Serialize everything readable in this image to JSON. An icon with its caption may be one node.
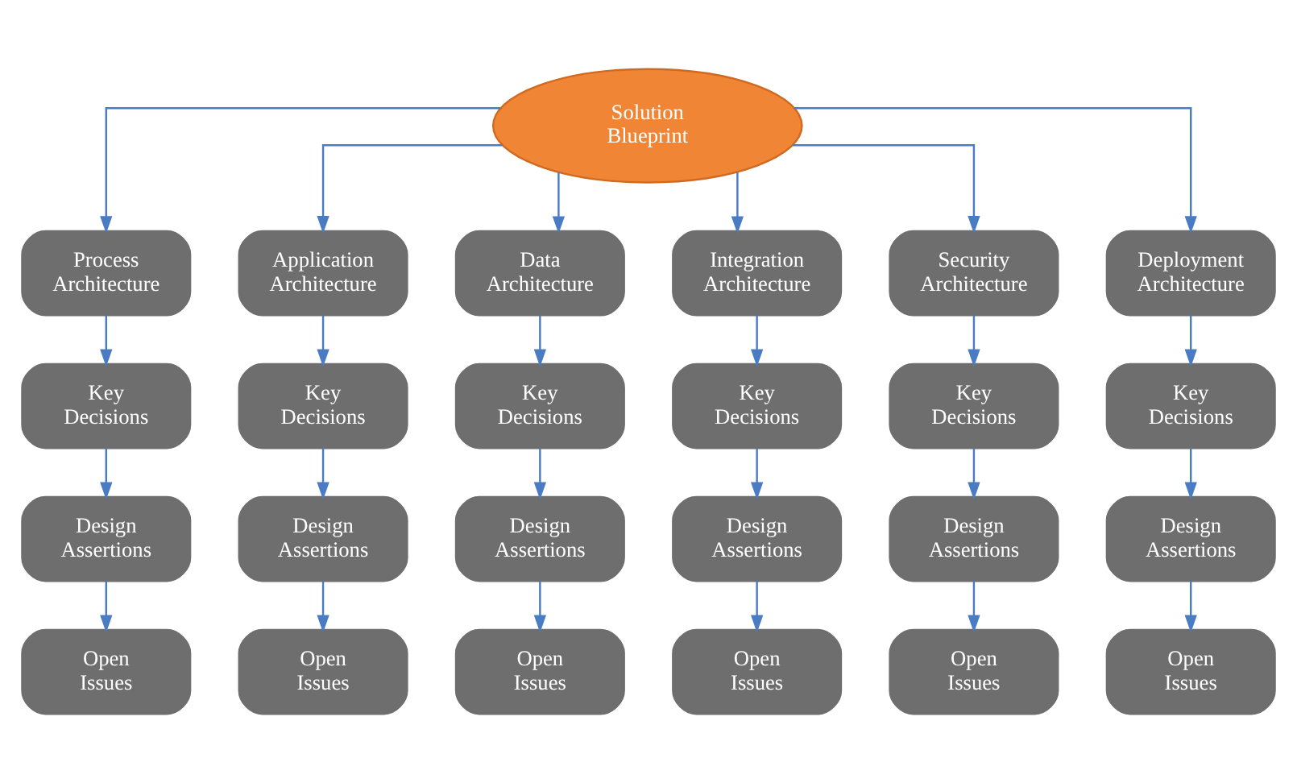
{
  "diagram": {
    "nodes": [
      {
        "text": [
          "Solution Blueprint"
        ]
      },
      {
        "text": [
          "Process Architecture"
        ]
      },
      {
        "text": [
          "Application Architecture"
        ]
      },
      {
        "text": [
          "Data Architecture"
        ]
      },
      {
        "text": [
          "Integration Architecture"
        ]
      },
      {
        "text": [
          "Security Architecture"
        ]
      },
      {
        "text": [
          "Deployment Architecture"
        ]
      },
      {
        "text": [
          "Key Decisions"
        ]
      },
      {
        "text": [
          "Key Decisions"
        ]
      },
      {
        "text": [
          "Key Decisions"
        ]
      },
      {
        "text": [
          "Key Decisions"
        ]
      },
      {
        "text": [
          "Key Decisions"
        ]
      },
      {
        "text": [
          "Key Decisions"
        ]
      },
      {
        "text": [
          "Design Assertions"
        ]
      },
      {
        "text": [
          "Design Assertions"
        ]
      },
      {
        "text": [
          "Design Assertions"
        ]
      },
      {
        "text": [
          "Design Assertions"
        ]
      },
      {
        "text": [
          "Design Assertions"
        ]
      },
      {
        "text": [
          "Design Assertions"
        ]
      },
      {
        "text": [
          "Open Issues"
        ]
      },
      {
        "text": [
          "Open Issues"
        ]
      },
      {
        "text": [
          "Open Issues"
        ]
      },
      {
        "text": [
          "Open Issues"
        ]
      },
      {
        "text": [
          "Open Issues"
        ]
      },
      {
        "text": [
          "Open Issues"
        ]
      }
    ],
    "edges": [
      {
        "from": 0,
        "to": 1,
        "arrow": "to"
      },
      {
        "from": 0,
        "to": 2,
        "arrow": "to"
      },
      {
        "from": 0,
        "to": 3,
        "arrow": "to"
      },
      {
        "from": 0,
        "to": 4,
        "arrow": "to"
      },
      {
        "from": 0,
        "to": 5,
        "arrow": "to"
      },
      {
        "from": 0,
        "to": 6,
        "arrow": "to"
      },
      {
        "from": 1,
        "to": 7,
        "arrow": "to"
      },
      {
        "from": 7,
        "to": 13,
        "arrow": "to"
      },
      {
        "from": 13,
        "to": 19,
        "arrow": "to"
      },
      {
        "from": 2,
        "to": 8,
        "arrow": "to"
      },
      {
        "from": 8,
        "to": 14,
        "arrow": "to"
      },
      {
        "from": 14,
        "to": 20,
        "arrow": "to"
      },
      {
        "from": 3,
        "to": 9,
        "arrow": "to"
      },
      {
        "from": 9,
        "to": 15,
        "arrow": "to"
      },
      {
        "from": 15,
        "to": 21,
        "arrow": "to"
      },
      {
        "from": 4,
        "to": 10,
        "arrow": "to"
      },
      {
        "from": 10,
        "to": 16,
        "arrow": "to"
      },
      {
        "from": 16,
        "to": 22,
        "arrow": "to"
      },
      {
        "from": 5,
        "to": 11,
        "arrow": "to"
      },
      {
        "from": 11,
        "to": 17,
        "arrow": "to"
      },
      {
        "from": 17,
        "to": 23,
        "arrow": "to"
      },
      {
        "from": 6,
        "to": 12,
        "arrow": "to"
      },
      {
        "from": 12,
        "to": 18,
        "arrow": "to"
      },
      {
        "from": 18,
        "to": 24,
        "arrow": "to"
      }
    ]
  }
}
